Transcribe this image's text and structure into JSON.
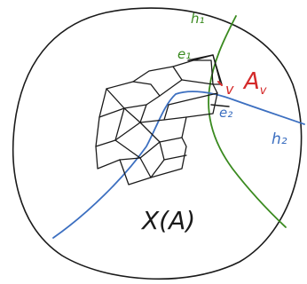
{
  "colors": {
    "ink": "#1a1a1a",
    "green": "#3a8a1f",
    "blue": "#3c6fc0",
    "red": "#d42a2a"
  },
  "labels": {
    "h1": "h₁",
    "h2": "h₂",
    "e1": "e₁",
    "e2": "e₂",
    "v": "v",
    "A_v": "A",
    "A_v_sub": "v",
    "X_A": "X(A)"
  }
}
